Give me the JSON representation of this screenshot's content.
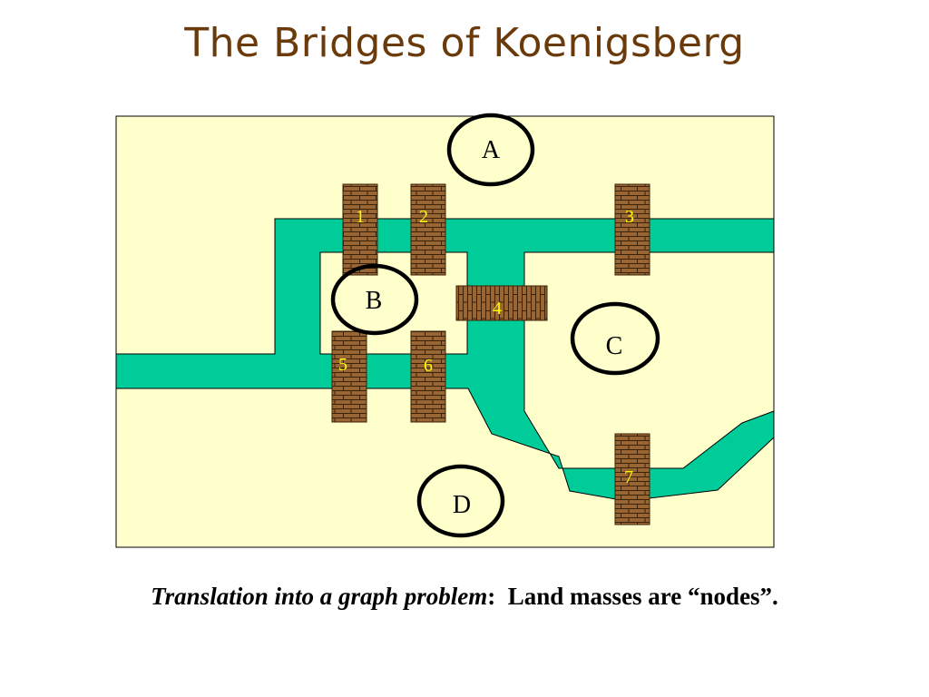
{
  "slide": {
    "title": "The Bridges of Koenigsberg",
    "caption": {
      "italic": "Translation into a graph problem",
      "colon": ":",
      "text": "  Land masses are “nodes”."
    }
  },
  "colors": {
    "land": "#ffffcc",
    "river": "#00cc99",
    "brick": "#996633",
    "mortar": "#3a2208",
    "node_ring": "#000000",
    "bridge_label": "#ffff00",
    "title": "#6b3a0a"
  },
  "nodes": [
    {
      "id": "A",
      "label": "A"
    },
    {
      "id": "B",
      "label": "B"
    },
    {
      "id": "C",
      "label": "C"
    },
    {
      "id": "D",
      "label": "D"
    }
  ],
  "bridges": [
    {
      "id": "1",
      "label": "1"
    },
    {
      "id": "2",
      "label": "2"
    },
    {
      "id": "3",
      "label": "3"
    },
    {
      "id": "4",
      "label": "4"
    },
    {
      "id": "5",
      "label": "5"
    },
    {
      "id": "6",
      "label": "6"
    },
    {
      "id": "7",
      "label": "7"
    }
  ]
}
